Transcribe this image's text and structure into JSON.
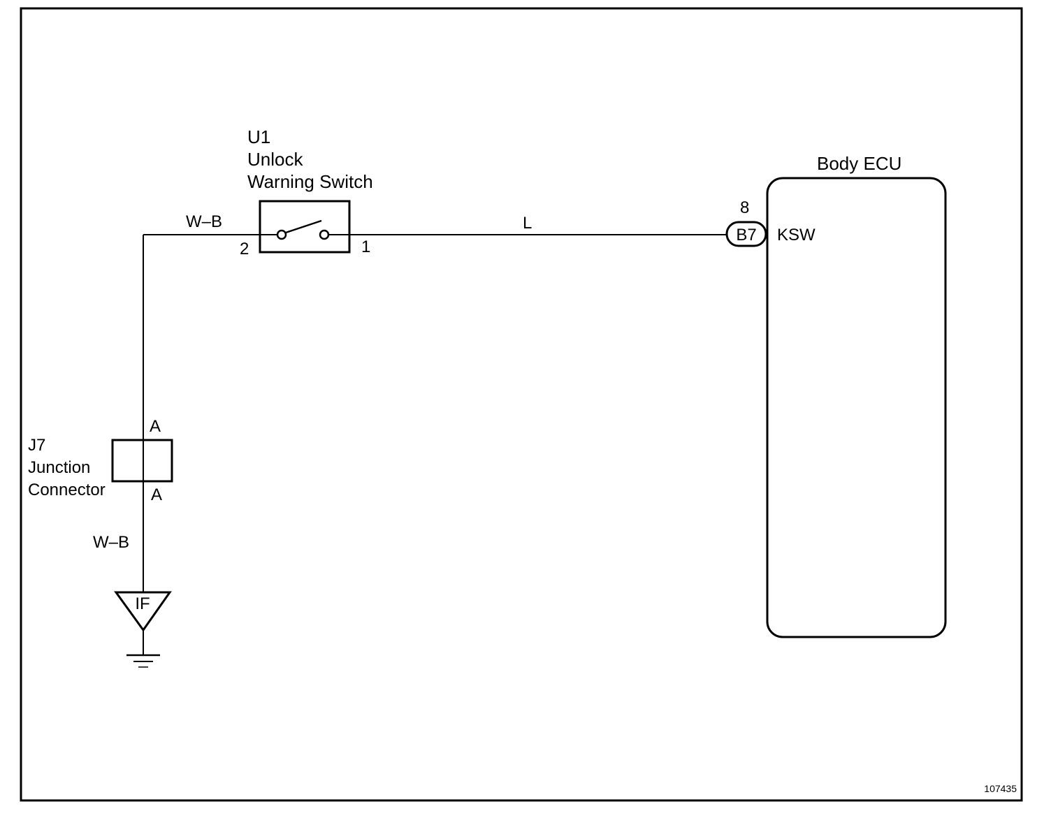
{
  "figure_id": "107435",
  "switch": {
    "ref": "U1",
    "name_line1": "Unlock",
    "name_line2": "Warning Switch",
    "pin_left": "2",
    "pin_right": "1"
  },
  "wires": {
    "top_left": "W–B",
    "main": "L",
    "bottom_left": "W–B"
  },
  "ecu": {
    "title": "Body ECU",
    "pin_number": "8",
    "connector": "B7",
    "terminal": "KSW"
  },
  "junction": {
    "ref": "J7",
    "name_line1": "Junction",
    "name_line2": "Connector",
    "pin_top": "A",
    "pin_bottom": "A"
  },
  "ground": {
    "label": "IF"
  }
}
